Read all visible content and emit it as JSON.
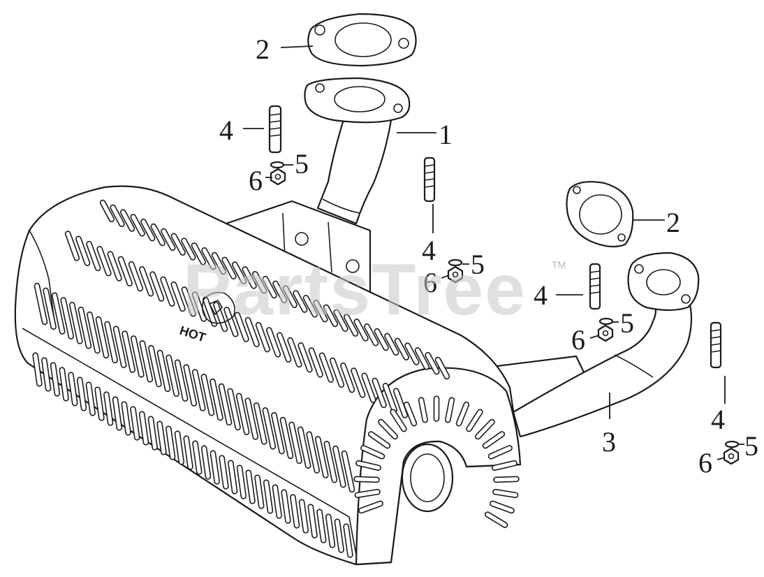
{
  "watermark": {
    "text": "PartsTree",
    "trademark": "TM"
  },
  "warning_label": "HOT",
  "callouts": {
    "gasket_top": "2",
    "exhaust_pipe_left": "1",
    "stud_left_top": "4",
    "washer_left_top": "5",
    "nut_left_top": "6",
    "stud_mid": "4",
    "washer_mid": "5",
    "nut_mid": "6",
    "gasket_right": "2",
    "stud_right": "4",
    "washer_right": "5",
    "nut_right": "6",
    "exhaust_pipe_right": "3",
    "stud_far_right": "4",
    "washer_far_right": "5",
    "nut_far_right": "6"
  },
  "colors": {
    "line": "#1a1a1a",
    "watermark": "#c8c8c8",
    "background": "#ffffff"
  }
}
